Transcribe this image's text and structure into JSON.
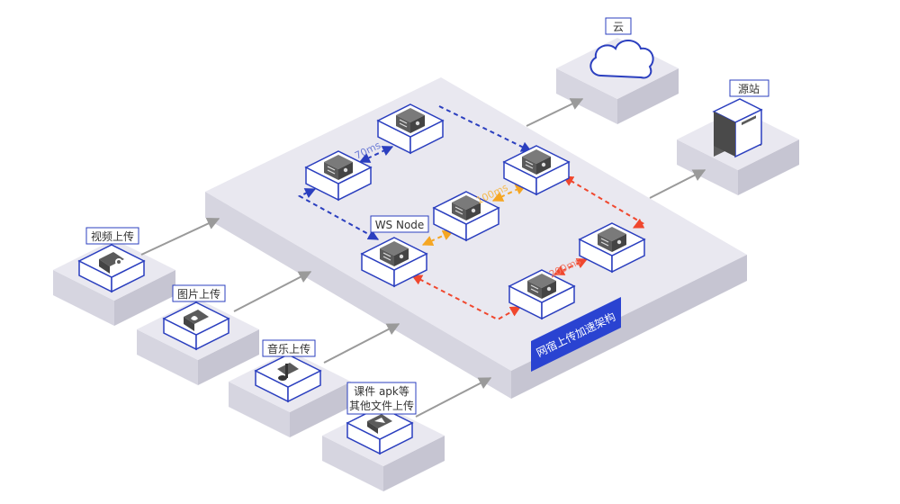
{
  "diagram": {
    "platform_title": "网宿上传加速架构",
    "cloud_label": "云",
    "origin_label": "源站",
    "node_label": "WS Node",
    "sources": [
      {
        "label_lines": [
          "视频上传"
        ],
        "icon": "video-icon"
      },
      {
        "label_lines": [
          "图片上传"
        ],
        "icon": "image-icon"
      },
      {
        "label_lines": [
          "音乐上传"
        ],
        "icon": "music-icon"
      },
      {
        "label_lines": [
          "课件 apk等",
          "其他文件上传"
        ],
        "icon": "file-icon"
      }
    ],
    "latencies": {
      "blue": "70ms",
      "orange": "100ms",
      "red": "200ms"
    },
    "colors": {
      "blue": "#2b3fbf",
      "orange": "#f5a623",
      "red": "#f0472e",
      "platform_top": "#e9e8f0",
      "platform_left": "#d6d5e0",
      "platform_right": "#c6c5d2",
      "tile_border": "#2b3fbf",
      "icon_gray": "#5b5b5b",
      "arrow_gray": "#9a9a9a",
      "title_bg": "#2a43d1"
    }
  }
}
